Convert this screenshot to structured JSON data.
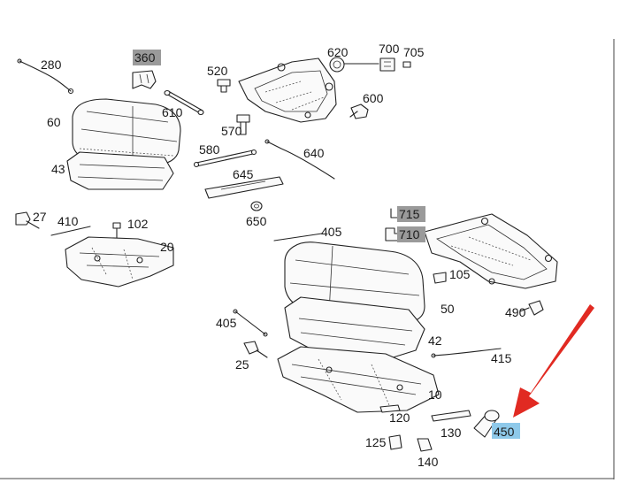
{
  "highlight_colors": {
    "gray": "#9a9a9a",
    "blue": "#8ec9ea",
    "arrow": "#e12a22"
  },
  "callouts": {
    "c280": "280",
    "c360": "360",
    "c520": "520",
    "c620": "620",
    "c700": "700",
    "c705": "705",
    "c610": "610",
    "c600": "600",
    "c60": "60",
    "c570": "570",
    "c580": "580",
    "c640": "640",
    "c43": "43",
    "c645": "645",
    "c650": "650",
    "c27": "27",
    "c410": "410",
    "c102": "102",
    "c715": "715",
    "c710": "710",
    "c405a": "405",
    "c20": "20",
    "c105": "105",
    "c50": "50",
    "c490": "490",
    "c405b": "405",
    "c42": "42",
    "c25": "25",
    "c415": "415",
    "c10": "10",
    "c120": "120",
    "c130": "130",
    "c450": "450",
    "c125": "125",
    "c140": "140"
  }
}
